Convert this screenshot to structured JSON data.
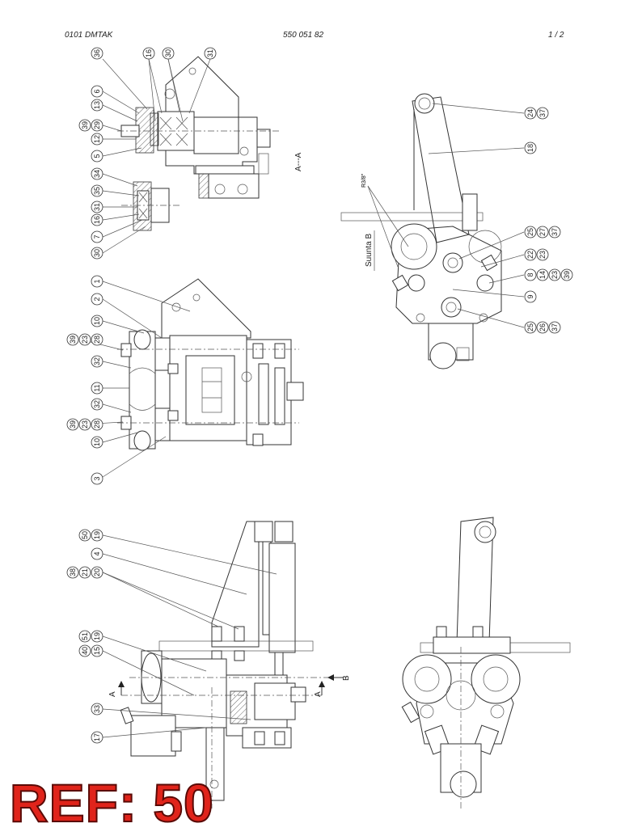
{
  "header": {
    "left": "0101 DMTAK",
    "center": "550 051 82",
    "right": "1 /  2"
  },
  "view_labels": {
    "section_aa": "A---A",
    "direction_b": "Suunta B",
    "thread": "R3/8\"",
    "arrow_a": "A",
    "arrow_b": "B"
  },
  "callouts": {
    "v1": [
      "36",
      "16",
      "30",
      "31",
      "6",
      "13",
      "39",
      "29",
      "12",
      "5",
      "34",
      "35",
      "31",
      "16",
      "7",
      "30"
    ],
    "v2": [
      "1",
      "2",
      "10",
      "39",
      "23",
      "28",
      "32",
      "11",
      "32",
      "39",
      "23",
      "28",
      "10",
      "3"
    ],
    "v3": [
      "24",
      "37",
      "18",
      "25",
      "27",
      "37",
      "22",
      "23",
      "8",
      "14",
      "23",
      "39",
      "9",
      "25",
      "26",
      "37"
    ],
    "v4": [
      "50",
      "19",
      "4",
      "38",
      "21",
      "20",
      "51",
      "19",
      "40",
      "15",
      "33",
      "17"
    ]
  },
  "ref": "REF: 50"
}
